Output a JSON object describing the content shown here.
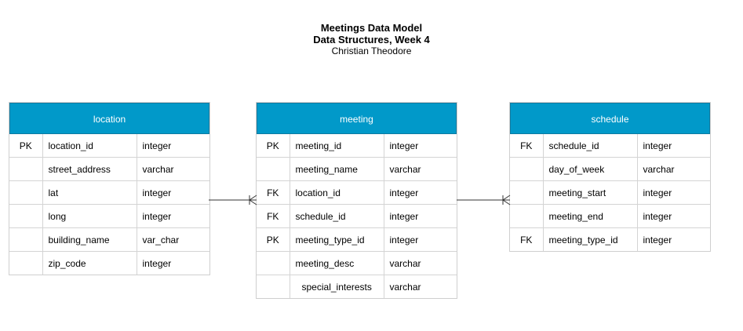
{
  "title": {
    "line1": "Meetings Data Model",
    "line2": "Data Structures, Week 4",
    "line3": "Christian Theodore"
  },
  "colors": {
    "header_bg": "#0199c9",
    "header_text": "#ffffff",
    "border": "#d4d4d4"
  },
  "entities": {
    "location": {
      "name": "location",
      "rows": [
        {
          "key": "PK",
          "field": "location_id",
          "type": "integer"
        },
        {
          "key": "",
          "field": "street_address",
          "type": "varchar"
        },
        {
          "key": "",
          "field": "lat",
          "type": "integer"
        },
        {
          "key": "",
          "field": "long",
          "type": "integer"
        },
        {
          "key": "",
          "field": "building_name",
          "type": "var_char"
        },
        {
          "key": "",
          "field": "zip_code",
          "type": "integer"
        }
      ]
    },
    "meeting": {
      "name": "meeting",
      "rows": [
        {
          "key": "PK",
          "field": "meeting_id",
          "type": "integer"
        },
        {
          "key": "",
          "field": "meeting_name",
          "type": "varchar"
        },
        {
          "key": "FK",
          "field": "location_id",
          "type": "integer"
        },
        {
          "key": "FK",
          "field": "schedule_id",
          "type": "integer"
        },
        {
          "key": "PK",
          "field": "meeting_type_id",
          "type": "integer"
        },
        {
          "key": "",
          "field": "meeting_desc",
          "type": "varchar"
        },
        {
          "key": "",
          "field": "special_interests",
          "type": "varchar"
        }
      ]
    },
    "schedule": {
      "name": "schedule",
      "rows": [
        {
          "key": "FK",
          "field": "schedule_id",
          "type": "integer"
        },
        {
          "key": "",
          "field": "day_of_week",
          "type": "varchar"
        },
        {
          "key": "",
          "field": "meeting_start",
          "type": "integer"
        },
        {
          "key": "",
          "field": "meeting_end",
          "type": "integer"
        },
        {
          "key": "FK",
          "field": "meeting_type_id",
          "type": "integer"
        }
      ]
    }
  },
  "relationships": [
    {
      "from": "location",
      "to": "meeting",
      "end": "one-or-many"
    },
    {
      "from": "meeting",
      "to": "schedule",
      "end": "one-or-many"
    }
  ]
}
